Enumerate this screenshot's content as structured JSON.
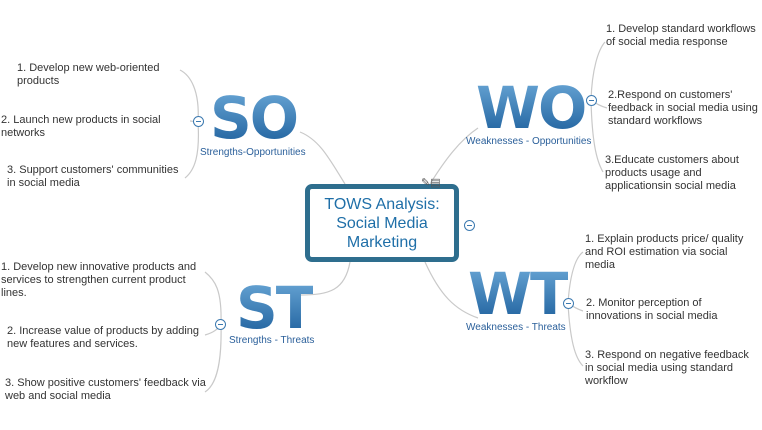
{
  "central": {
    "title": "TOWS Analysis: Social Media Marketing"
  },
  "icons": {
    "edit": "pencil-icon",
    "note": "note-icon"
  },
  "colors": {
    "accent": "#2f77b2",
    "border": "#2e6e8e",
    "text": "#333333"
  },
  "branches": {
    "so": {
      "big": "SO",
      "label": "Strengths-Opportunities",
      "items": [
        "1. Develop new web-oriented products",
        "2. Launch new products in social networks",
        "3. Support customers' communities in social media"
      ]
    },
    "wo": {
      "big": "WO",
      "label": "Weaknesses - Opportunities",
      "items": [
        "1. Develop standard workflows of social media response",
        "2.Respond on customers' feedback in social media using standard workflows",
        "3.Educate customers about products usage and applicationsin social media"
      ]
    },
    "st": {
      "big": "ST",
      "label": "Strengths - Threats",
      "items": [
        "1. Develop new innovative products and services to strengthen current product lines.",
        "2. Increase value of products by adding new features and services.",
        "3. Show positive customers' feedback via web and social media"
      ]
    },
    "wt": {
      "big": "WT",
      "label": "Weaknesses - Threats",
      "items": [
        "1. Explain products price/ quality and ROI estimation via social media",
        "2. Monitor perception of innovations in social media",
        "3. Respond on negative feedback  in social media using standard workflow"
      ]
    }
  }
}
